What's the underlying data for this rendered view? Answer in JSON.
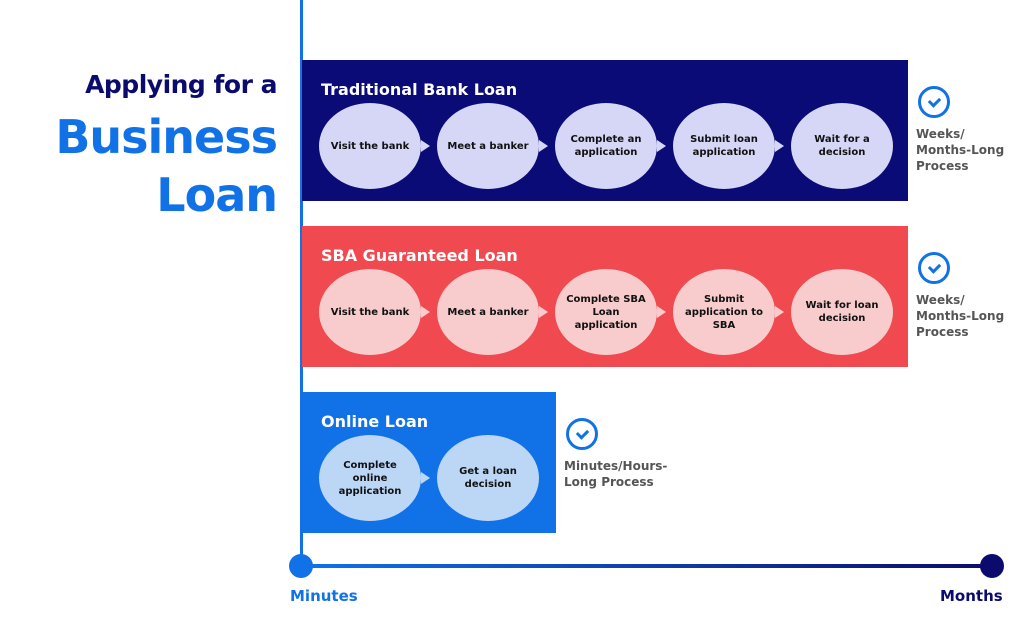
{
  "title": {
    "line1": "Applying for a",
    "line2": "Business",
    "line3": "Loan"
  },
  "colors": {
    "navy": "#0b0b78",
    "red": "#f04a50",
    "blue": "#1172e8"
  },
  "loans": [
    {
      "name": "Traditional Bank Loan",
      "steps": [
        "Visit the bank",
        "Meet a banker",
        "Complete an application",
        "Submit loan application",
        "Wait for a decision"
      ],
      "duration": [
        "Weeks/",
        "Months-Long",
        "Process"
      ],
      "icon": "clock-icon"
    },
    {
      "name": "SBA Guaranteed Loan",
      "steps": [
        "Visit the bank",
        "Meet a banker",
        "Complete SBA Loan application",
        "Submit application to SBA",
        "Wait for loan decision"
      ],
      "duration": [
        "Weeks/",
        "Months-Long",
        "Process"
      ],
      "icon": "clock-icon"
    },
    {
      "name": "Online Loan",
      "steps": [
        "Complete online application",
        "Get a loan decision"
      ],
      "duration": [
        "Minutes/Hours-",
        "Long Process"
      ],
      "icon": "clock-icon"
    }
  ],
  "axis": {
    "start": "Minutes",
    "end": "Months"
  }
}
